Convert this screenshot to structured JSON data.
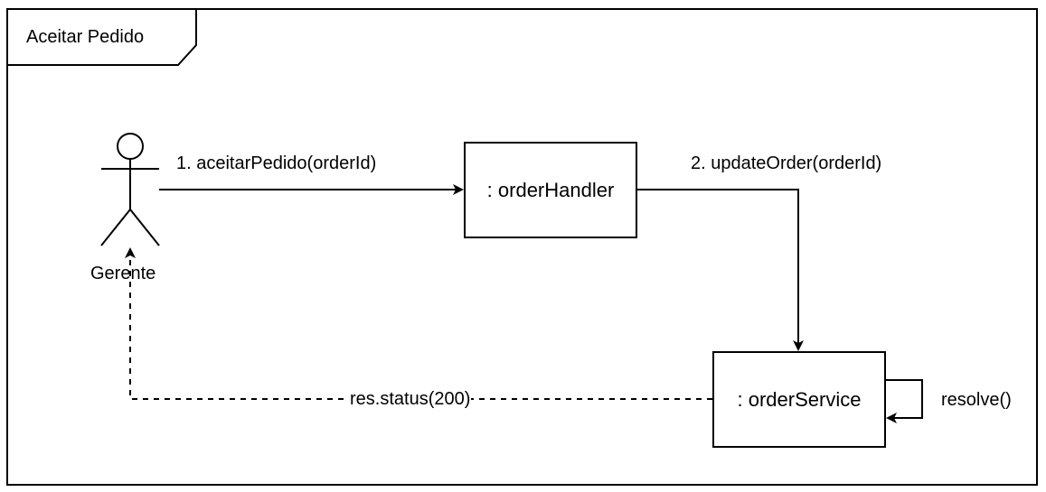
{
  "frame": {
    "title": "Aceitar Pedido"
  },
  "actor": {
    "name": "Gerente"
  },
  "objects": {
    "order_handler": ": orderHandler",
    "order_service": ": orderService"
  },
  "messages": {
    "m1": "1. aceitarPedido(orderId)",
    "m2": "2. updateOrder(orderId)",
    "self_call": "resolve()",
    "response": "res.status(200)"
  }
}
